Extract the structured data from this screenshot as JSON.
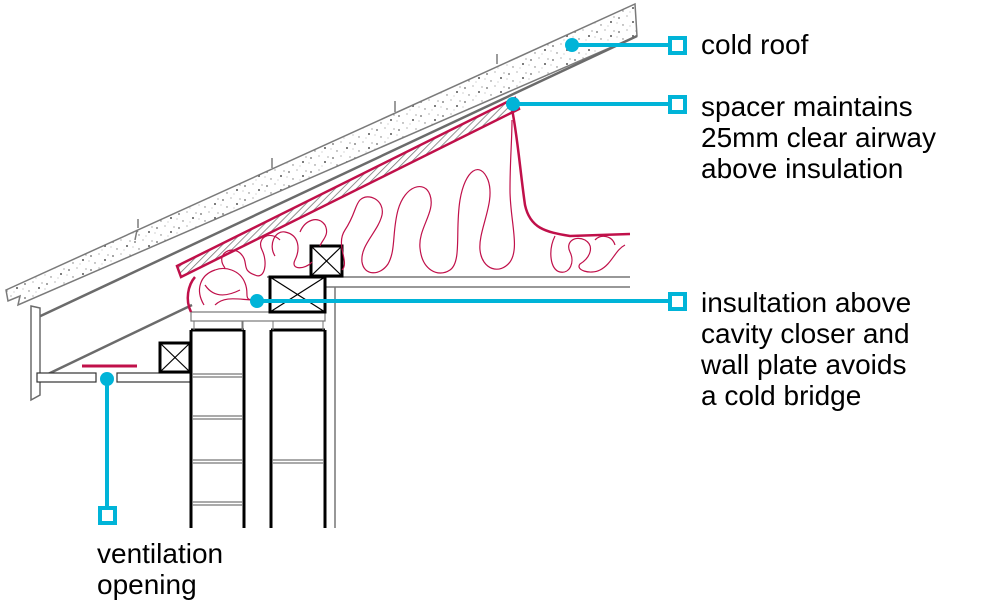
{
  "diagram": {
    "title": "Cold roof eaves detail",
    "colors": {
      "callout": "#00b4d8",
      "insulation": "#c0104a",
      "roof_outline": "#6b6b6b",
      "structure": "#000000"
    },
    "labels": [
      {
        "id": "cold-roof",
        "text": "cold roof"
      },
      {
        "id": "spacer",
        "text": "spacer maintains\n25mm clear airway\nabove insulation"
      },
      {
        "id": "insulation",
        "text": "insultation above\ncavity closer and\nwall plate avoids\na cold bridge"
      },
      {
        "id": "ventilation",
        "text": "ventilation\nopening"
      }
    ]
  }
}
